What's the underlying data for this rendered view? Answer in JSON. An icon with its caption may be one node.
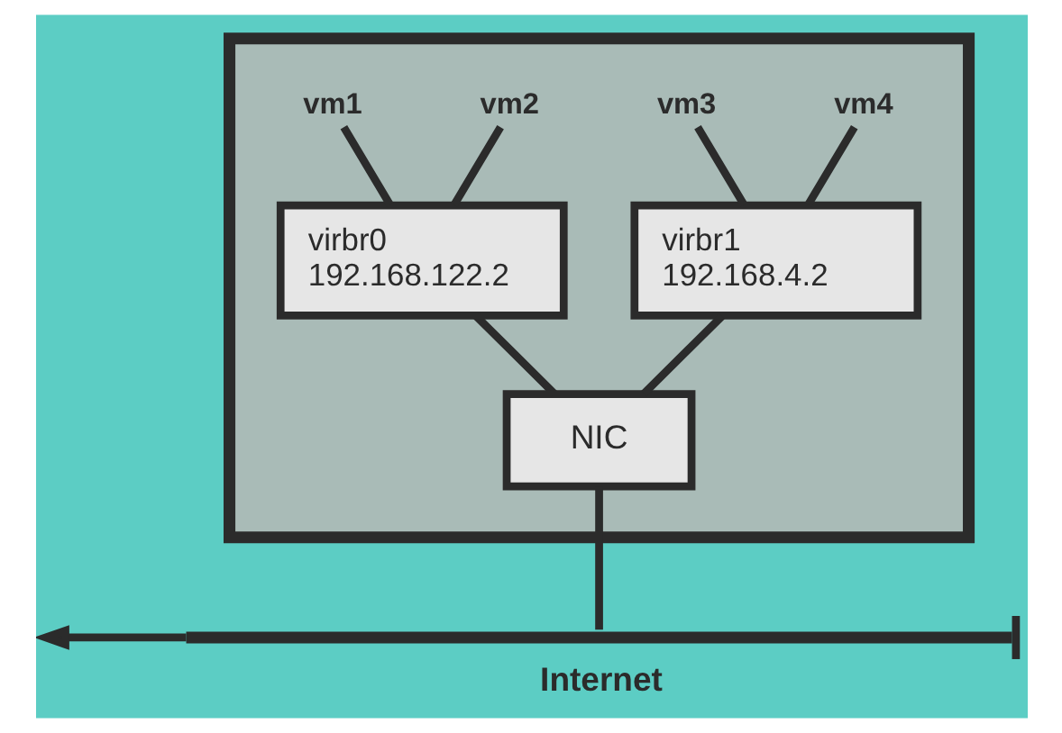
{
  "diagram": {
    "nodes": [
      {
        "text": [],
        "shape": "box"
      },
      {
        "text": [
          "vm1"
        ],
        "in": 0
      },
      {
        "text": [
          "vm2"
        ],
        "in": 0
      },
      {
        "text": [
          "vm3"
        ],
        "in": 0
      },
      {
        "text": [
          "vm4"
        ],
        "in": 0
      },
      {
        "text": [
          "virbr0",
          "192.168.122.2"
        ],
        "in": 0
      },
      {
        "text": [
          "virbr1",
          "192.168.4.2"
        ],
        "in": 0
      },
      {
        "text": [
          "NIC"
        ],
        "in": 0
      },
      {
        "text": [
          "Internet"
        ]
      }
    ],
    "edges": [
      {
        "from": 1,
        "to": 5,
        "arrow": "none"
      },
      {
        "from": 2,
        "to": 5,
        "arrow": "none"
      },
      {
        "from": 3,
        "to": 6,
        "arrow": "none"
      },
      {
        "from": 4,
        "to": 6,
        "arrow": "none"
      },
      {
        "from": 5,
        "to": 7,
        "arrow": "none"
      },
      {
        "from": 6,
        "to": 7,
        "arrow": "none"
      },
      {
        "from": 7,
        "to": 8,
        "arrow": "none"
      },
      {
        "from": 8,
        "to": null,
        "arrow": "to"
      }
    ]
  }
}
